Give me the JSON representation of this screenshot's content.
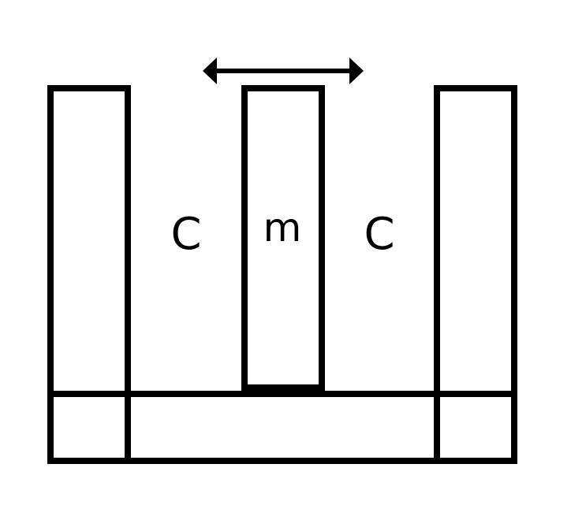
{
  "diagram": {
    "labels": {
      "left_gap": "C",
      "mass": "m",
      "right_gap": "C"
    },
    "colors": {
      "stroke": "#000000",
      "background": "#ffffff"
    },
    "arrow": {
      "direction": "horizontal-bidirectional"
    }
  }
}
